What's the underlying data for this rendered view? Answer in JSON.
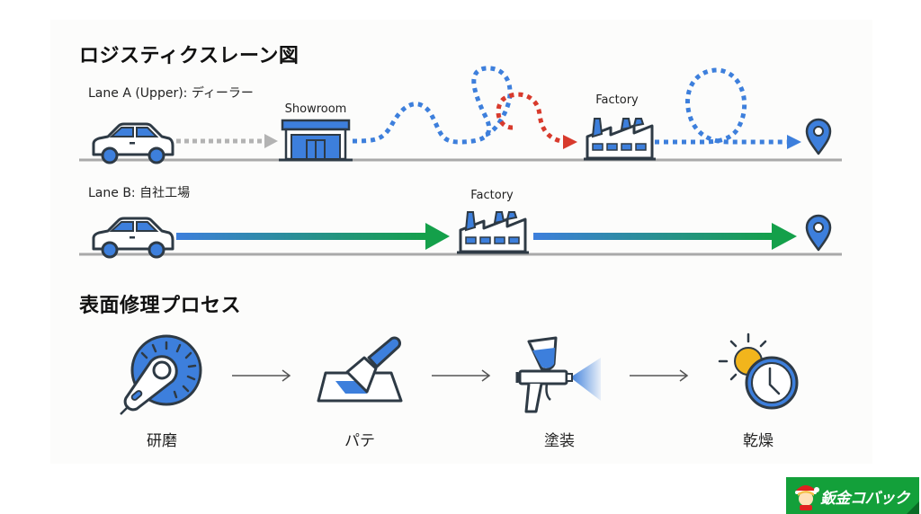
{
  "colors": {
    "blue": "#3d7fdc",
    "dark_stroke": "#2e3a45",
    "red": "#d83a2c",
    "green": "#14a04a",
    "grey_dash": "#b3b3b3",
    "ground": "#a9a9a9",
    "sun": "#f2b51c",
    "logo_green": "#13a03a"
  },
  "logistics": {
    "title": "ロジスティクスレーン図",
    "lane_a": {
      "label": "Lane A (Upper): ディーラー",
      "nodes": [
        {
          "id": "car",
          "icon": "car-icon"
        },
        {
          "id": "showroom",
          "label": "Showroom",
          "icon": "showroom-icon"
        },
        {
          "id": "factory",
          "label": "Factory",
          "icon": "factory-icon"
        },
        {
          "id": "destination",
          "icon": "map-pin-icon"
        }
      ],
      "segments": [
        {
          "from": "car",
          "to": "showroom",
          "style": "grey-dotted-arrow"
        },
        {
          "from": "showroom",
          "to": "factory",
          "style": "blue-dotted-winding-with-red-detour"
        },
        {
          "from": "factory",
          "to": "destination",
          "style": "blue-dotted-loop-arrow"
        }
      ]
    },
    "lane_b": {
      "label": "Lane B: 自社工場",
      "nodes": [
        {
          "id": "car",
          "icon": "car-icon"
        },
        {
          "id": "factory",
          "label": "Factory",
          "icon": "factory-icon"
        },
        {
          "id": "destination",
          "icon": "map-pin-icon"
        }
      ],
      "segments": [
        {
          "from": "car",
          "to": "factory",
          "style": "blue-to-green-solid-arrow"
        },
        {
          "from": "factory",
          "to": "destination",
          "style": "blue-to-green-solid-arrow"
        }
      ]
    }
  },
  "process": {
    "title": "表面修理プロセス",
    "steps": [
      {
        "label": "研磨",
        "icon": "sander-icon"
      },
      {
        "label": "パテ",
        "icon": "putty-knife-icon"
      },
      {
        "label": "塗装",
        "icon": "spray-gun-icon"
      },
      {
        "label": "乾燥",
        "icon": "sun-clock-icon"
      }
    ]
  },
  "logo": {
    "text": "鈑金コバック"
  }
}
